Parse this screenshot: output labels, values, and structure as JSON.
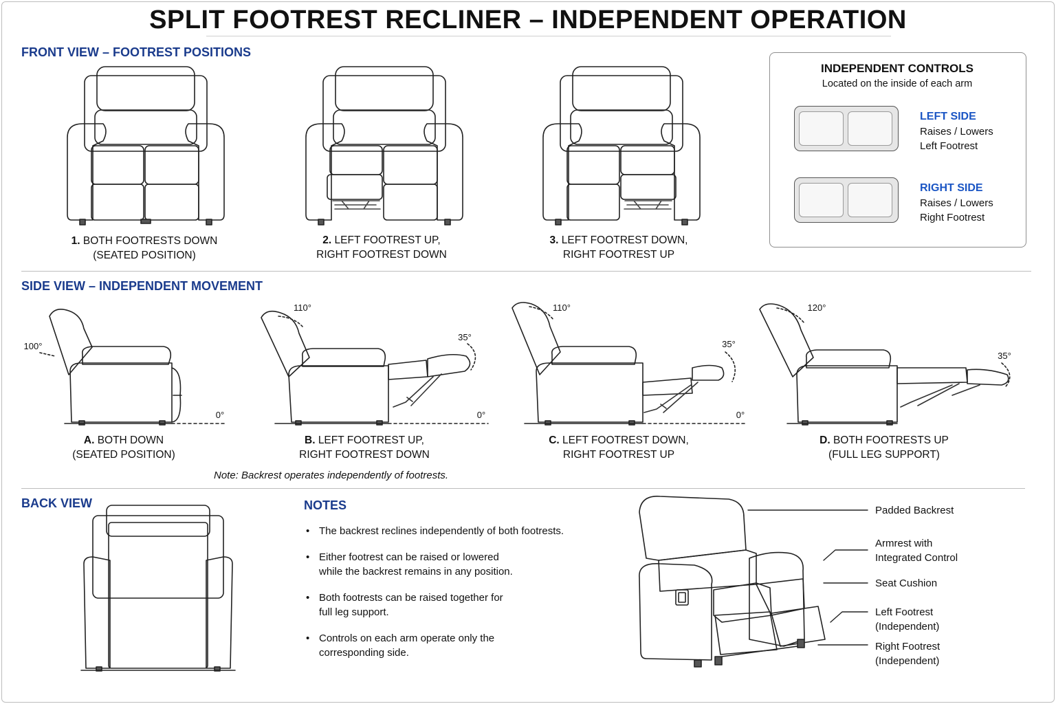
{
  "title": "SPLIT FOOTREST RECLINER – INDEPENDENT OPERATION",
  "sections": {
    "front": "FRONT VIEW – FOOTREST POSITIONS",
    "side": "SIDE VIEW – INDEPENDENT MOVEMENT",
    "back": "BACK VIEW",
    "notes": "NOTES"
  },
  "front_views": [
    {
      "num": "1.",
      "line1": "BOTH FOOTRESTS DOWN",
      "line2": "(SEATED POSITION)"
    },
    {
      "num": "2.",
      "line1": "LEFT FOOTREST UP,",
      "line2": "RIGHT FOOTREST DOWN"
    },
    {
      "num": "3.",
      "line1": "LEFT FOOTREST DOWN,",
      "line2": "RIGHT FOOTREST UP"
    }
  ],
  "controls": {
    "title": "INDEPENDENT CONTROLS",
    "subtitle": "Located on the inside of each arm",
    "left": {
      "title": "LEFT SIDE",
      "line1": "Raises / Lowers",
      "line2": "Left Footrest"
    },
    "right": {
      "title": "RIGHT SIDE",
      "line1": "Raises / Lowers",
      "line2": "Right Footrest"
    },
    "active_color": "#1a55c4"
  },
  "side_views": [
    {
      "num": "A.",
      "line1": "BOTH DOWN",
      "line2": "(SEATED POSITION)",
      "back_angle": "100°",
      "floor_angle": "0°"
    },
    {
      "num": "B.",
      "line1": "LEFT FOOTREST UP,",
      "line2": "RIGHT FOOTREST DOWN",
      "back_angle": "110°",
      "foot_angle": "35°",
      "floor_angle": "0°"
    },
    {
      "num": "C.",
      "line1": "LEFT FOOTREST DOWN,",
      "line2": "RIGHT FOOTREST UP",
      "back_angle": "110°",
      "foot_angle": "35°",
      "floor_angle": "0°"
    },
    {
      "num": "D.",
      "line1": "BOTH FOOTRESTS UP",
      "line2": "(FULL LEG SUPPORT)",
      "back_angle": "120°",
      "foot_angle": "35°"
    }
  ],
  "side_note": "Note:  Backrest operates independently of footrests.",
  "notes": [
    {
      "line1": "The backrest reclines independently of both footrests.",
      "line2": ""
    },
    {
      "line1": "Either footrest can be raised or lowered",
      "line2": "while the backrest remains in any position."
    },
    {
      "line1": "Both footrests can be raised together for",
      "line2": "full leg support."
    },
    {
      "line1": "Controls on each arm operate only the",
      "line2": "corresponding side."
    }
  ],
  "callouts": [
    {
      "line1": "Padded Backrest",
      "line2": ""
    },
    {
      "line1": "Armrest with",
      "line2": "Integrated Control"
    },
    {
      "line1": "Seat Cushion",
      "line2": ""
    },
    {
      "line1": "Left Footrest",
      "line2": "(Independent)"
    },
    {
      "line1": "Right Footrest",
      "line2": "(Independent)"
    }
  ]
}
